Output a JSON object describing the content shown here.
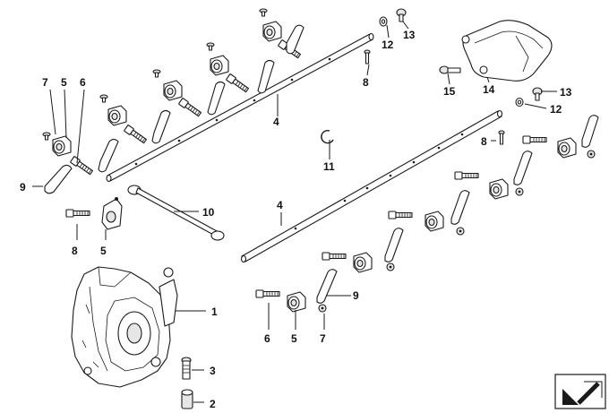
{
  "diagram": {
    "callouts": [
      {
        "id": "c1",
        "label": "1"
      },
      {
        "id": "c2",
        "label": "2"
      },
      {
        "id": "c3",
        "label": "3"
      },
      {
        "id": "c4a",
        "label": "4"
      },
      {
        "id": "c4b",
        "label": "4"
      },
      {
        "id": "c5a",
        "label": "5"
      },
      {
        "id": "c5b",
        "label": "5"
      },
      {
        "id": "c5c",
        "label": "5"
      },
      {
        "id": "c6a",
        "label": "6"
      },
      {
        "id": "c6b",
        "label": "6"
      },
      {
        "id": "c7a",
        "label": "7"
      },
      {
        "id": "c7b",
        "label": "7"
      },
      {
        "id": "c8a",
        "label": "8"
      },
      {
        "id": "c8b",
        "label": "8"
      },
      {
        "id": "c8c",
        "label": "8"
      },
      {
        "id": "c9a",
        "label": "9"
      },
      {
        "id": "c9b",
        "label": "9"
      },
      {
        "id": "c10",
        "label": "10"
      },
      {
        "id": "c11",
        "label": "11"
      },
      {
        "id": "c12a",
        "label": "12"
      },
      {
        "id": "c12b",
        "label": "12"
      },
      {
        "id": "c13a",
        "label": "13"
      },
      {
        "id": "c13b",
        "label": "13"
      },
      {
        "id": "c14",
        "label": "14"
      },
      {
        "id": "c15",
        "label": "15"
      }
    ],
    "corner_icon": "arrow-down-left-icon",
    "colors": {
      "ink": "#1a1a1a",
      "paper": "#ffffff"
    }
  }
}
